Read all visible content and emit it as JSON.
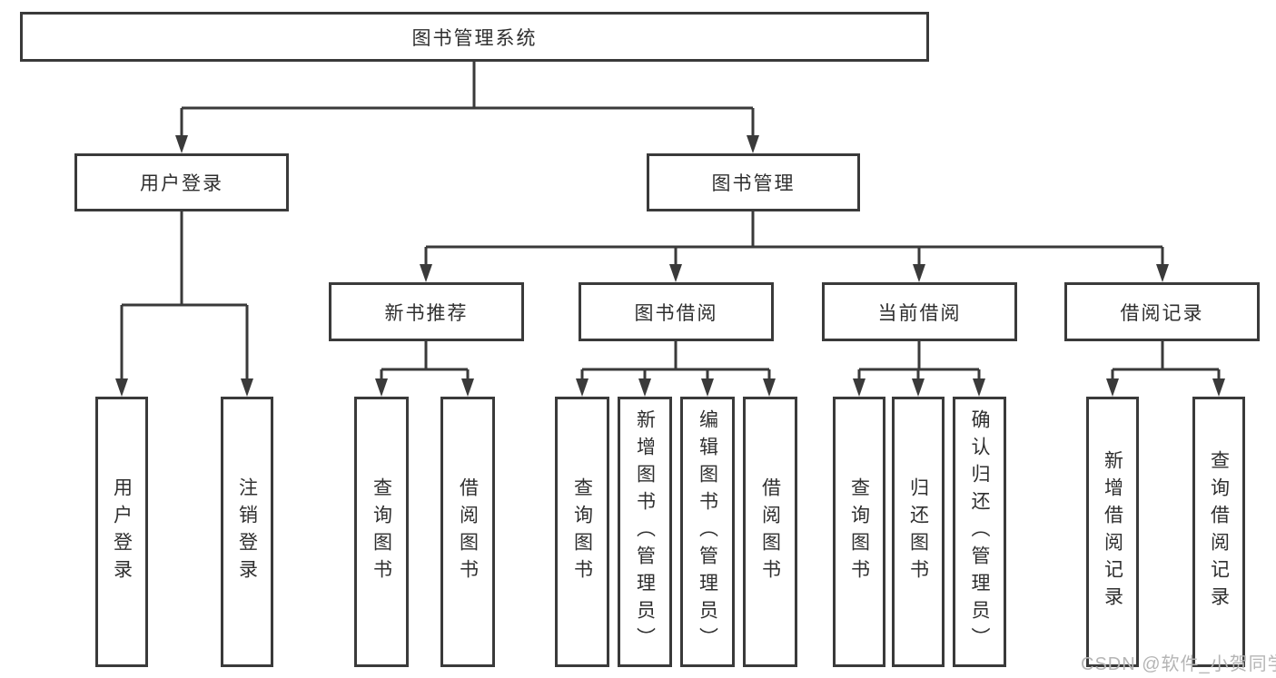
{
  "nodes": {
    "root": "图书管理系统",
    "user_login": "用户登录",
    "book_management": "图书管理",
    "new_book_recommend": "新书推荐",
    "book_borrow": "图书借阅",
    "current_borrow": "当前借阅",
    "borrow_records": "借阅记录",
    "leaf_user_login": "用户登录",
    "leaf_logout": "注销登录",
    "nb_query_books": "查询图书",
    "nb_borrow_books": "借阅图书",
    "bb_query_books": "查询图书",
    "bb_add_books": "新增图书（管理员）",
    "bb_edit_books": "编辑图书（管理员）",
    "bb_borrow_books": "借阅图书",
    "cb_query_books": "查询图书",
    "cb_return_books": "归还图书",
    "cb_confirm_return": "确认归还（管理员）",
    "br_add_record": "新增借阅记录",
    "br_query_record": "查询借阅记录"
  },
  "watermark": "CSDN @软件_小贺同学",
  "colors": {
    "line": "#3a3a3a",
    "text": "#2f2f2f",
    "box_background": "#ffffff",
    "watermark": "#b5b5b5",
    "background": "#ffffff"
  }
}
